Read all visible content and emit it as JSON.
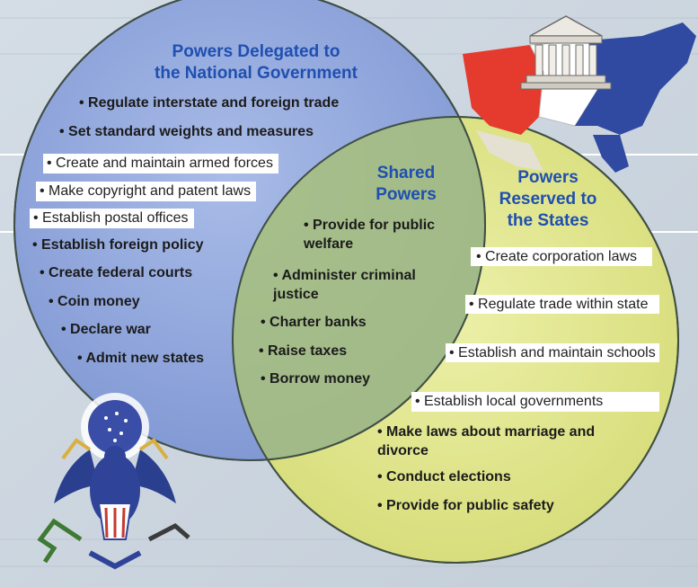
{
  "national": {
    "heading_line1": "Powers Delegated to",
    "heading_line2": "the National Government",
    "items": [
      "• Regulate interstate and foreign trade",
      "• Set standard weights and measures",
      "• Create and maintain armed forces",
      "• Make copyright and patent laws",
      "• Establish postal offices",
      "• Establish foreign policy",
      "• Create federal courts",
      "• Coin money",
      "• Declare war",
      "• Admit new states"
    ]
  },
  "shared": {
    "heading_line1": "Shared",
    "heading_line2": "Powers",
    "items": [
      "• Provide for public welfare",
      "• Administer criminal justice",
      "• Charter banks",
      "• Raise taxes",
      "• Borrow money"
    ]
  },
  "states": {
    "heading_line1": "Powers",
    "heading_line2": "Reserved to",
    "heading_line3": "the States",
    "items": [
      "• Create corporation laws",
      "• Regulate trade within state",
      "• Establish and maintain schools",
      "• Establish local governments",
      "• Make laws about marriage and divorce",
      "• Conduct elections",
      "• Provide for public safety"
    ]
  },
  "colors": {
    "national_circle": "#8fa6dc",
    "states_circle": "#e0e58a",
    "heading": "#1f4fb0",
    "map_red": "#e53a2e",
    "map_blue": "#2f4aa0"
  },
  "icons": [
    "capitol-building-icon",
    "usa-map-icon",
    "eagle-seal-icon"
  ]
}
